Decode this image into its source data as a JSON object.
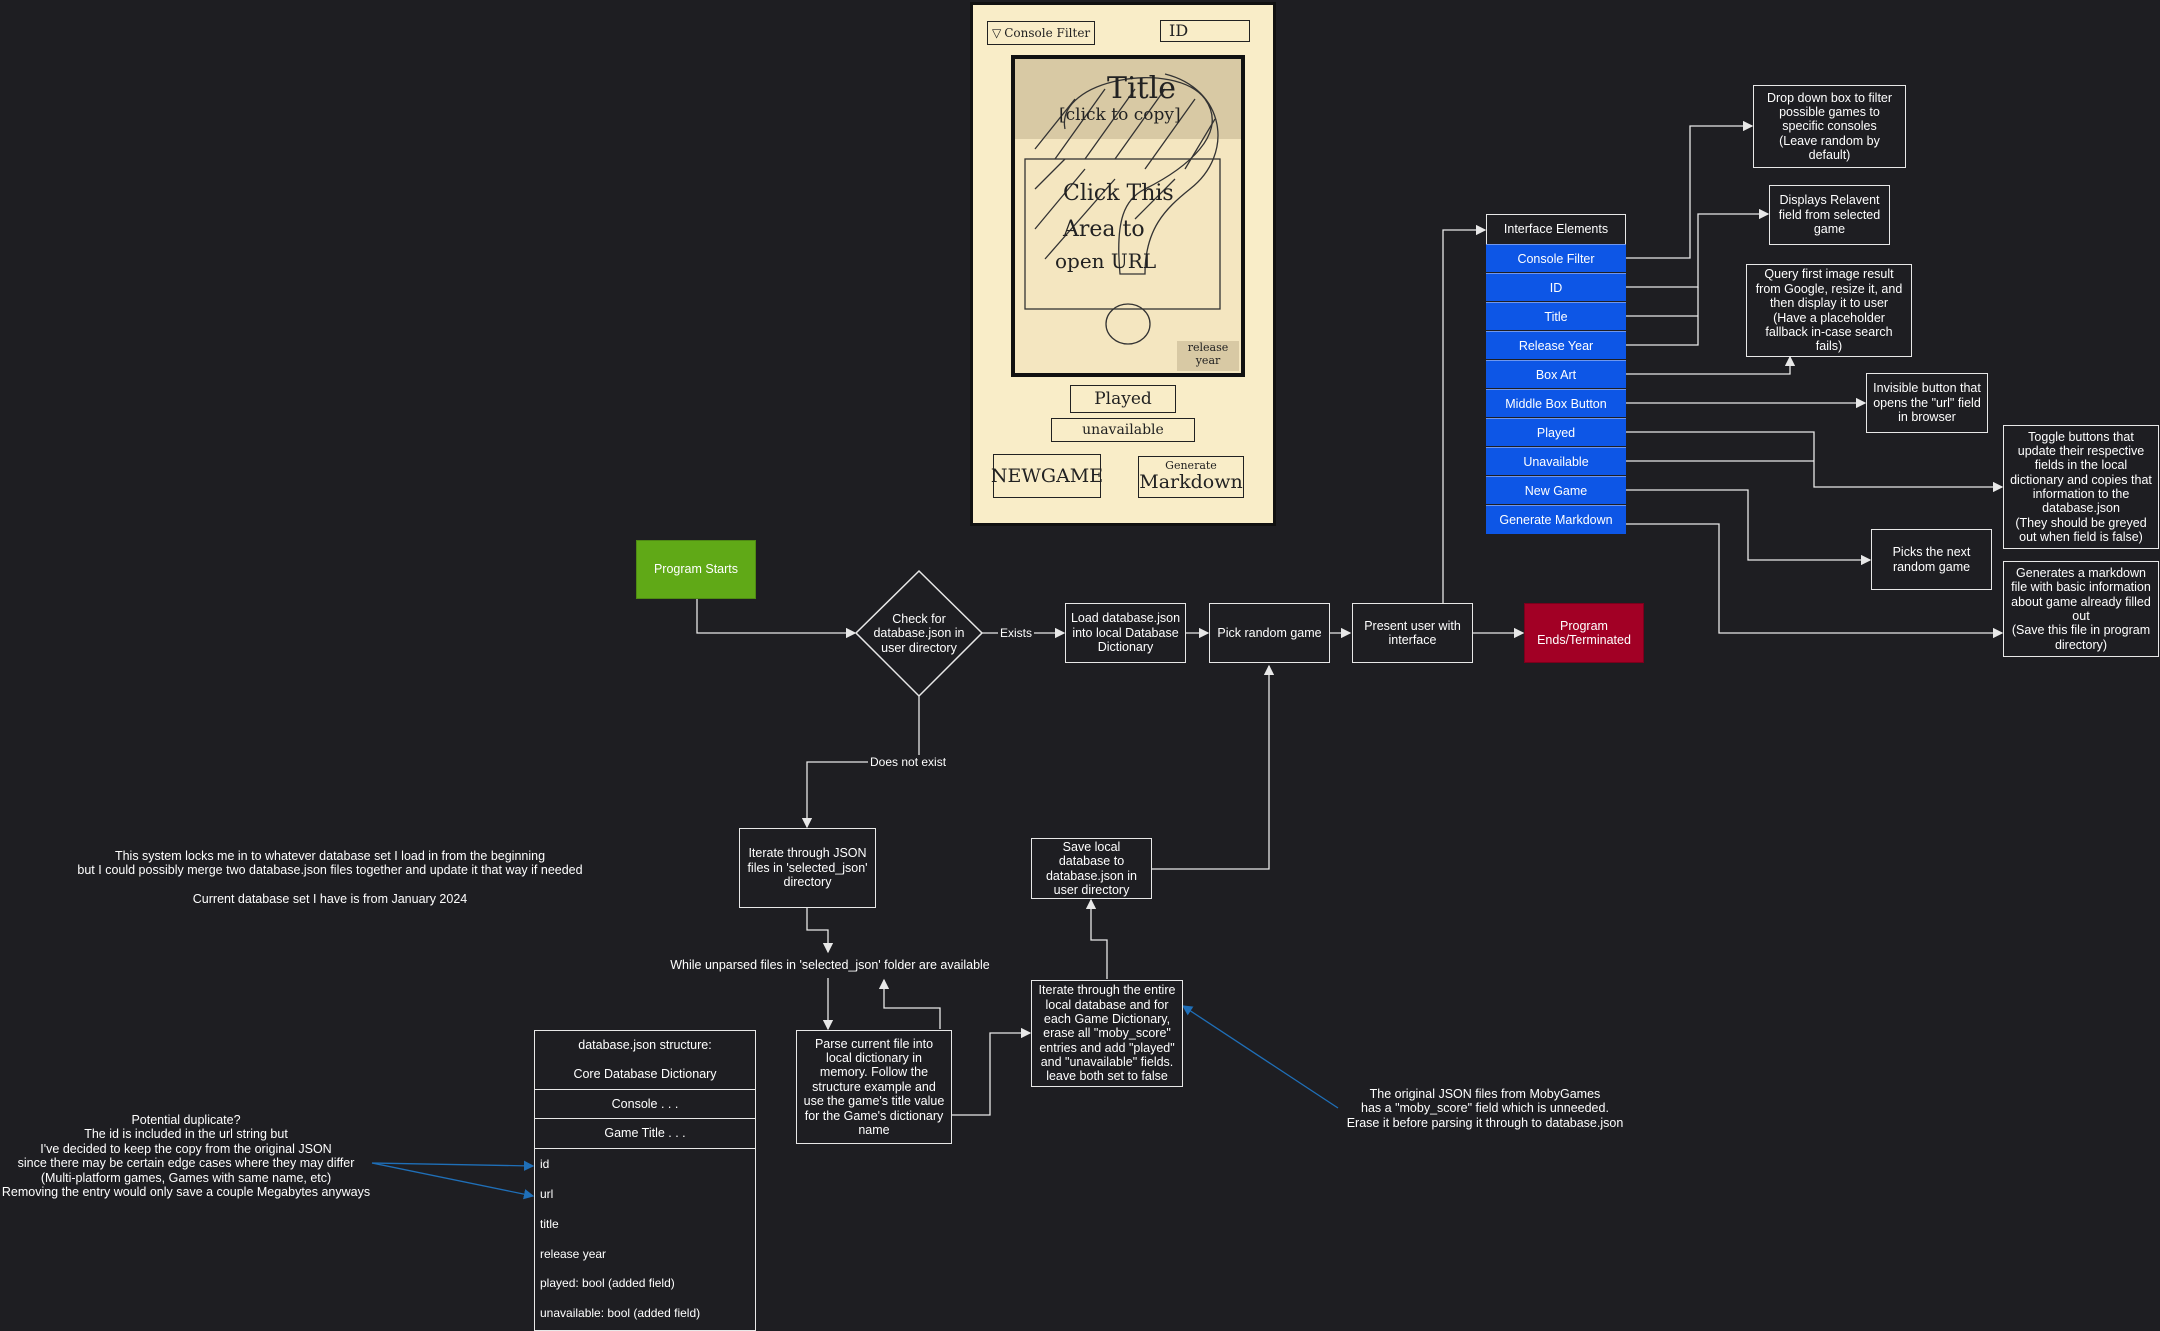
{
  "mockup": {
    "console_filter": "Console Filter",
    "id": "ID",
    "title": "Title",
    "title_hint": "[click to copy]",
    "click_area_1": "Click This",
    "click_area_2": "Area to",
    "click_area_3": "open URL",
    "release_year_1": "release",
    "release_year_2": "year",
    "played": "Played",
    "unavailable": "unavailable",
    "new_game": "NEWGAME",
    "generate_1": "Generate",
    "generate_2": "Markdown"
  },
  "flow": {
    "program_starts": "Program Starts",
    "check": "Check for database.json in user directory",
    "exists": "Exists",
    "does_not_exist": "Does not exist",
    "load_db": "Load database.json into local Database Dictionary",
    "pick_random": "Pick random game",
    "present": "Present user with interface",
    "program_ends": "Program Ends/Terminated",
    "iterate_json": "Iterate through JSON files in 'selected_json' directory",
    "while_unparsed": "While unparsed files in 'selected_json' folder are available",
    "parse_file": "Parse current file into local dictionary in memory. Follow the structure example and use the game's title value for the Game's dictionary name",
    "iterate_db": "Iterate through the entire local database and for each Game Dictionary, erase all \"moby_score\" entries and add \"played\" and \"unavailable\" fields. leave both set to false",
    "save_db": "Save local database to database.json in user directory"
  },
  "interface": {
    "header": "Interface Elements",
    "items": [
      "Console Filter",
      "ID",
      "Title",
      "Release Year",
      "Box Art",
      "Middle Box Button",
      "Played",
      "Unavailable",
      "New Game",
      "Generate Markdown"
    ]
  },
  "descriptions": {
    "dropdown": "Drop down box to filter possible games to specific consoles\n(Leave random by default)",
    "displays": "Displays Relavent field from selected game",
    "query_image": "Query first image result from Google, resize it, and then display it to user\n(Have a placeholder fallback in-case search fails)",
    "invisible_button": "Invisible button that opens the \"url\" field in browser",
    "toggle": "Toggle buttons that update their respective fields in the local dictionary and copies that information to the database.json\n(They should be greyed out when field is false)",
    "next_random": "Picks the next random game",
    "markdown": "Generates a markdown file with basic information about game already filled out\n(Save this file in program directory)"
  },
  "database_structure": {
    "header": "database.json structure:",
    "core": "Core Database Dictionary",
    "console": "Console . . .",
    "game_title": "Game Title . . .",
    "fields": [
      "id",
      "url",
      "title",
      "release year",
      "played: bool (added field)",
      "unavailable: bool (added field)"
    ]
  },
  "notes": {
    "lock_in": "This system locks me in to whatever database set I load in from the beginning\nbut I could possibly merge two database.json files together and update it that way if needed\n\nCurrent database set I have is from January 2024",
    "duplicate": "Potential duplicate?\nThe id is included in the url string but\nI've decided to keep the copy from the original JSON\nsince there may be certain edge cases where they may differ\n(Multi-platform games, Games with same name, etc)\nRemoving the entry would only save a couple Megabytes anyways",
    "moby_score": "The original JSON files from MobyGames\nhas a \"moby_score\" field which is unneeded.\nErase it before parsing it through to database.json"
  },
  "colors": {
    "background": "#1e1e22",
    "start": "#60a917",
    "end": "#a20025",
    "interface_blue": "#0d56e6",
    "note_arrow": "#1f6fb8",
    "sketch_paper": "#f9edc8"
  }
}
